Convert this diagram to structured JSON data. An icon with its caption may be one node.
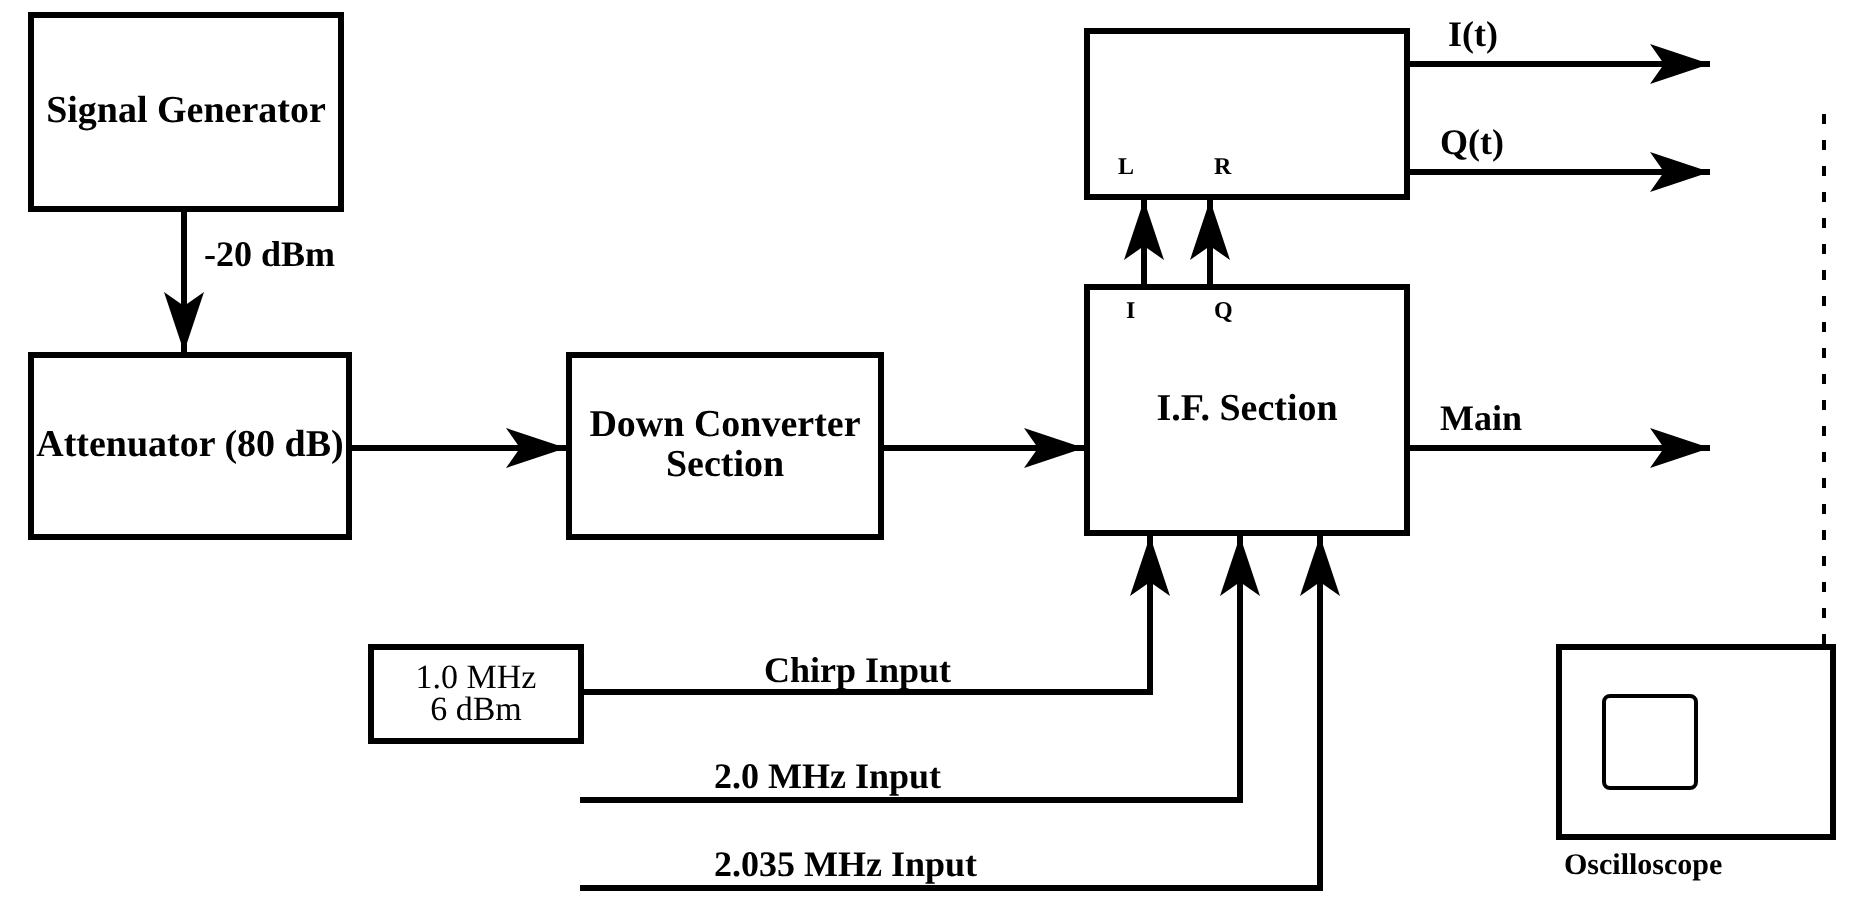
{
  "diagram": {
    "nodes": [
      {
        "text": [
          "Signal Generator"
        ]
      },
      {
        "text": [
          "Attenuator (80 dB)"
        ]
      },
      {
        "text": [
          "Down Converter Section"
        ]
      },
      {
        "text": [
          "L",
          "R"
        ]
      },
      {
        "text": [
          "I",
          "Q",
          "I.F. Section"
        ]
      },
      {
        "text": [
          "1.0 MHz 6 dBm"
        ]
      },
      {
        "text": [],
        "shape": "picture",
        "beside": [
          "Oscilloscope"
        ]
      }
    ],
    "edges": [
      {
        "from": 0,
        "to": 1,
        "arrow": "to",
        "label": "-20 dBm"
      },
      {
        "from": 1,
        "to": 2,
        "arrow": "to"
      },
      {
        "from": 2,
        "to": 4,
        "arrow": "to"
      },
      {
        "from": 4,
        "to": 3,
        "arrow": "to"
      },
      {
        "from": 4,
        "to": 3,
        "arrow": "to"
      },
      {
        "from": 3,
        "to": null,
        "arrow": "to",
        "label": "I(t)"
      },
      {
        "from": 3,
        "to": null,
        "arrow": "to",
        "label": "Q(t)"
      },
      {
        "from": 4,
        "to": null,
        "arrow": "to",
        "label": "Main"
      },
      {
        "from": 5,
        "to": 4,
        "arrow": "to",
        "label": "Chirp Input"
      },
      {
        "from": null,
        "to": 4,
        "arrow": "to",
        "label": "2.0 MHz Input"
      },
      {
        "from": null,
        "to": 4,
        "arrow": "to",
        "label": "2.035 MHz Input"
      },
      {
        "from": 6,
        "to": null,
        "arrow": "none",
        "style": "dashed"
      }
    ]
  }
}
